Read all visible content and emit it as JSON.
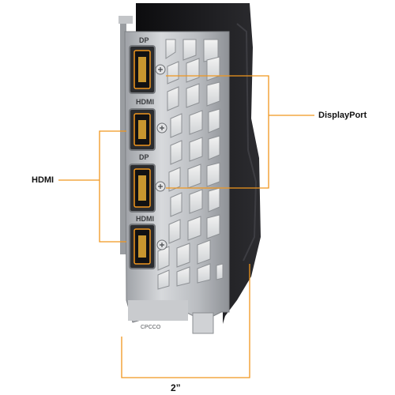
{
  "callouts": {
    "displayport": "DisplayPort",
    "hdmi": "HDMI",
    "width": "2”"
  },
  "bracket_markings": {
    "port_labels": [
      "DP",
      "HDMI",
      "DP",
      "HDMI"
    ],
    "footer_text": "CPCCO"
  },
  "colors": {
    "accent": "#f0961e",
    "bracket": "#b5b8bc",
    "shroud": "#151517"
  }
}
